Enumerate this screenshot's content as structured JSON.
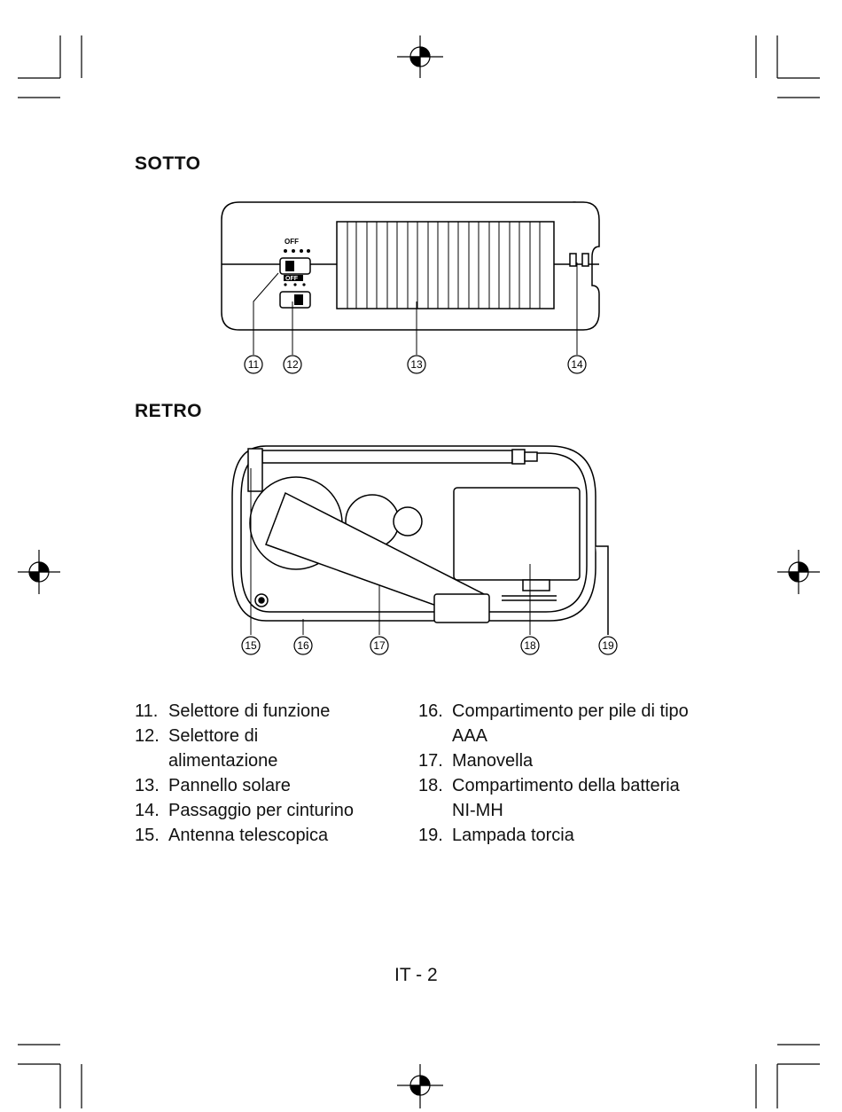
{
  "sections": {
    "bottom_title": "SOTTO",
    "back_title": "RETRO"
  },
  "bottom_view": {
    "callouts": [
      "11",
      "12",
      "13",
      "14"
    ],
    "switch1_labels": [
      "OFF"
    ],
    "switch2_labels": [
      "OFF"
    ]
  },
  "back_view": {
    "callouts": [
      "15",
      "16",
      "17",
      "18",
      "19"
    ]
  },
  "legend": {
    "left": [
      {
        "num": "11.",
        "text": "Selettore di funzione"
      },
      {
        "num": "12.",
        "text": "Selettore di alimentazione"
      },
      {
        "num": "13.",
        "text": "Pannello solare"
      },
      {
        "num": "14.",
        "text": "Passaggio per cinturino"
      },
      {
        "num": "15.",
        "text": "Antenna telescopica"
      }
    ],
    "right": [
      {
        "num": "16.",
        "text": "Compartimento per pile di tipo AAA"
      },
      {
        "num": "17.",
        "text": "Manovella"
      },
      {
        "num": "18.",
        "text": "Compartimento della batteria NI-MH"
      },
      {
        "num": "19.",
        "text": "Lampada torcia"
      }
    ]
  },
  "footer": {
    "page_label": "IT - 2"
  }
}
